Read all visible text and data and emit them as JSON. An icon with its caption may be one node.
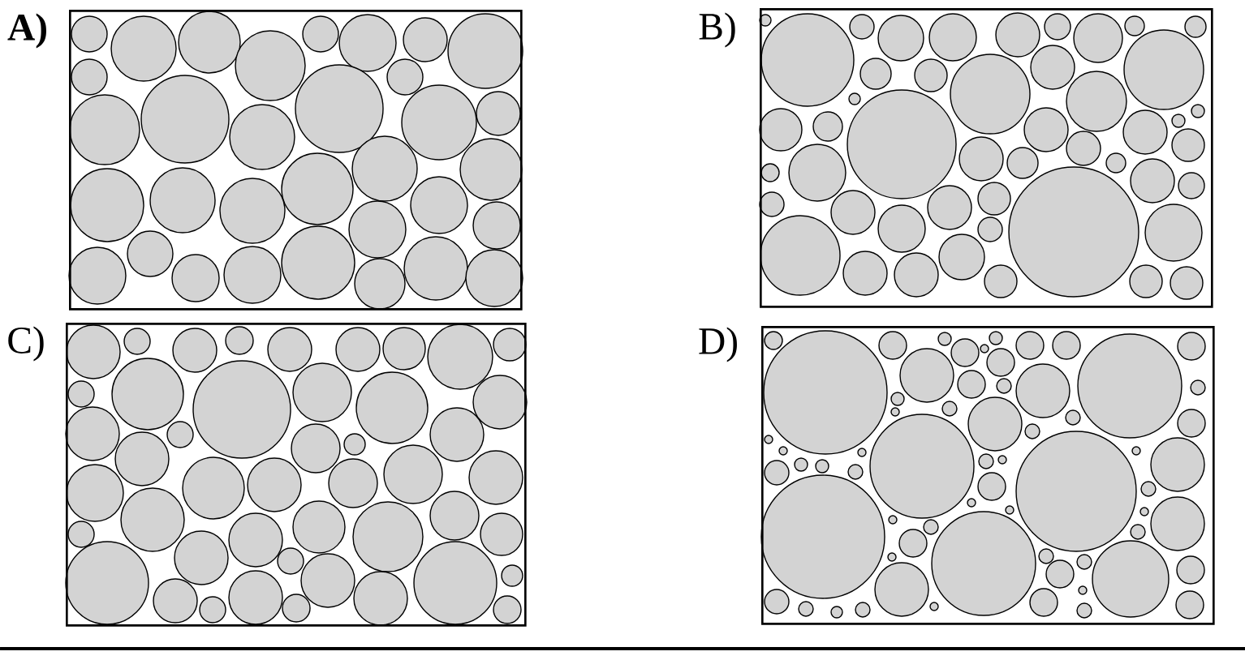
{
  "diagram": {
    "nodes": [
      {
        "text": [
          "A)"
        ]
      },
      {
        "text": [
          "B)"
        ]
      },
      {
        "text": [
          "C)"
        ]
      },
      {
        "text": [
          "D)"
        ]
      }
    ]
  }
}
